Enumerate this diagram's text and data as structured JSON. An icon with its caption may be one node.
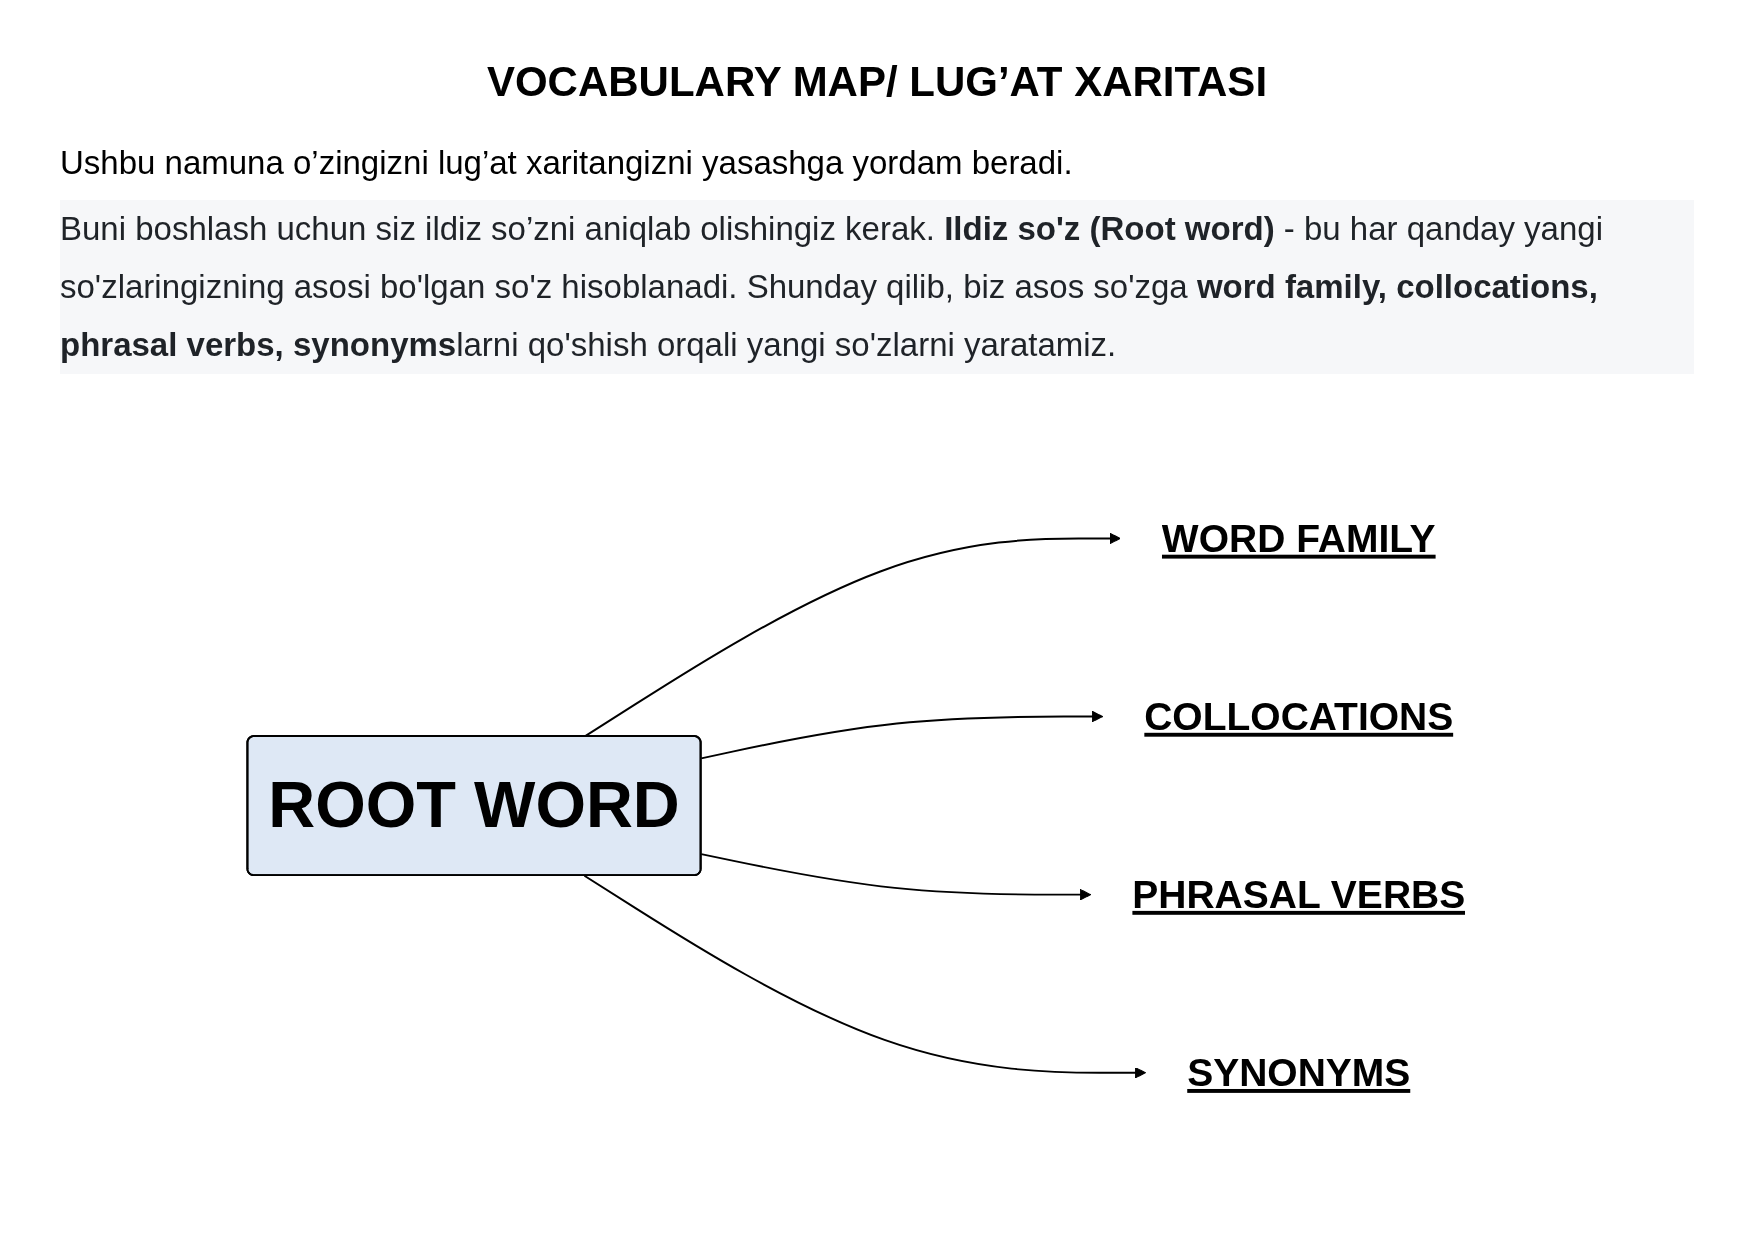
{
  "diagram": {
    "title": "VOCABULARY MAP/ LUG’AT XARITASI",
    "nodes": [
      {
        "text": [
          "WORD FAMILY"
        ]
      },
      {
        "text": [
          "COLLOCATIONS"
        ]
      },
      {
        "text": [
          "ROOT WORD"
        ]
      },
      {
        "text": [
          "PHRASAL VERBS"
        ]
      },
      {
        "text": [
          "SYNONYMS"
        ]
      }
    ],
    "edges": [
      {
        "from": 2,
        "to": 0,
        "arrow": "to"
      },
      {
        "from": 2,
        "to": 1,
        "arrow": "to"
      },
      {
        "from": 2,
        "to": 3,
        "arrow": "to"
      },
      {
        "from": 2,
        "to": 4,
        "arrow": "to"
      }
    ],
    "labels": [
      "Ushbu namuna o’zingizni lug’at xaritangizni yasashga yordam beradi.",
      "Buni boshlash uchun siz ildiz so’zni aniqlab olishingiz kerak. **Ildiz so'z (Root word)** - bu har qanday yangi so'zlaringizning asosi bo'lgan so'z hisoblanadi. Shunday qilib, biz asos so'zga **word family, collocations, phrasal verbs, synonyms**larni qo'shish orqali yangi so'zlarni yaratamiz."
    ]
  }
}
